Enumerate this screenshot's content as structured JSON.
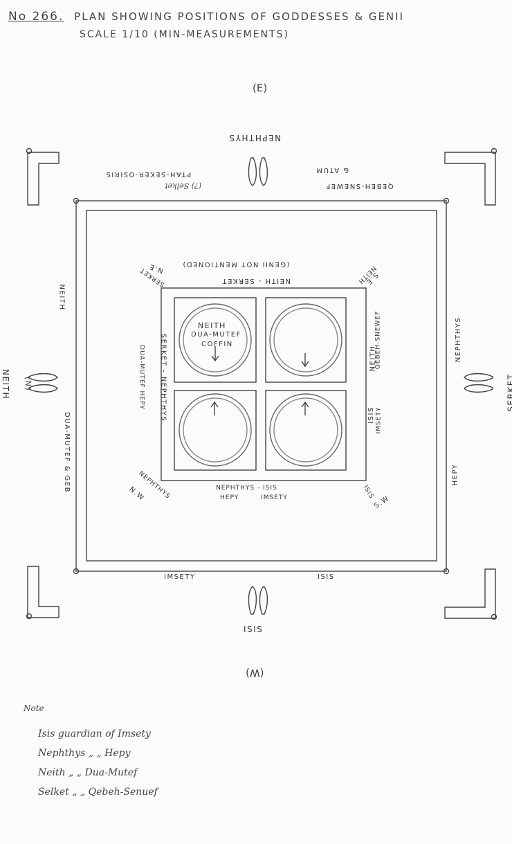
{
  "title": {
    "number": "No 266.",
    "text": "PLAN SHOWING POSITIONS OF GODDESSES & GENII",
    "scale": "SCALE 1/10 (MIN-MEASUREMENTS)"
  },
  "directions": {
    "east": "(E)",
    "west": "(W)",
    "north": "(N)"
  },
  "outer_figures": {
    "top": "NEPHTHYS",
    "bottom": "ISIS",
    "left": "NEITH",
    "right": "SERKET"
  },
  "outer_side_labels": {
    "top_left": "PTAH-SEKER-OSIRIS",
    "top_left_note": "(?) Selket",
    "top_right": "QEBEH-SNEWEF",
    "top_right_sub": "& ATUM",
    "left_upper": "NEITH",
    "left_lower": "DUA-MUTEF & GEB",
    "right_upper": "NEPHTHYS",
    "right_lower": "HEPY",
    "bottom_left": "IMSETY",
    "bottom_right": "ISIS"
  },
  "inner_labels": {
    "top_note": "(GENII NOT MENTIONED)",
    "top": "NEITH - SERKET",
    "corner_ne": "N.E",
    "corner_ne_name": "SERKET",
    "corner_se": "S.E",
    "corner_se_name": "NEITH",
    "corner_nw": "N.W",
    "corner_nw_name": "NEPHTHYS",
    "corner_sw": "S.W",
    "corner_sw_name": "ISIS",
    "left_col1": "SERKET - NEPHTHYS",
    "left_col2": "DUA-MUTEF HEPY",
    "right_col1": "NEITH",
    "right_col2": "QEBEH-SNEWEF",
    "right_col3": "ISIS",
    "right_col4": "IMSETY",
    "bottom_row1": "NEPHTHYS - ISIS",
    "bottom_row2": "HEPY IMSETY"
  },
  "coffin": {
    "line1": "NEITH",
    "line2": "DUA-MUTEF",
    "line3": "COFFIN"
  },
  "notes": {
    "heading": "Note",
    "lines": [
      "Isis guardian of Imsety",
      "Nephthys  „   „  Hepy",
      "Neith  „   „  Dua-Mutef",
      "Selket  „   „  Qebeh-Senuef"
    ]
  }
}
